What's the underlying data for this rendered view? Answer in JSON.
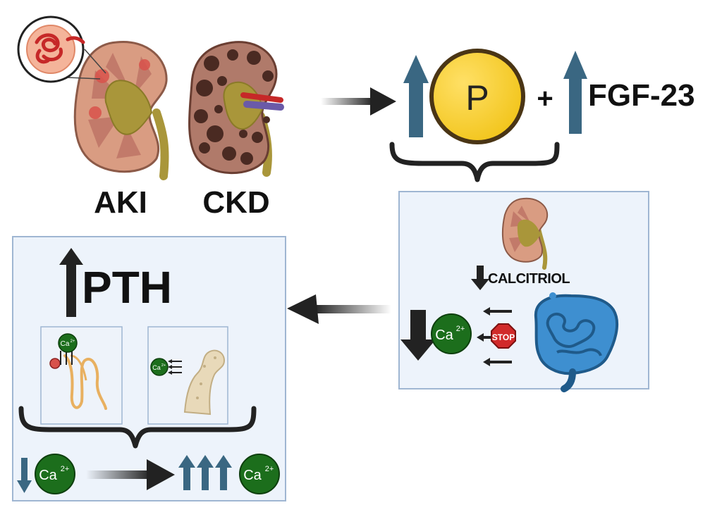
{
  "labels": {
    "aki": "AKI",
    "ckd": "CKD",
    "phosphate": "P",
    "plus": "+",
    "fgf23": "FGF-23",
    "calcitriol": "CALCITRIOL",
    "stop": "STOP",
    "pth": "PTH",
    "ca_base": "Ca",
    "ca_sup": "2+"
  },
  "colors": {
    "up_arrow": "#3a6782",
    "dark_arrow": "#222222",
    "phosphate_fill": "#f7d02c",
    "phosphate_ring": "#4a3515",
    "calcium_fill": "#1c6e1c",
    "panel_fill": "#edf3fb",
    "panel_border": "#9fb6d2",
    "kidney_cortex": "#d99c82",
    "kidney_medulla": "#c27a6a",
    "kidney_pelvis": "#a9963a",
    "cyst": "#4a2a22",
    "intestine": "#3e8fd0",
    "bone": "#e8d9b9",
    "stop_red": "#d12a2a"
  },
  "icons": [
    "glomerulus-icon",
    "kidney-icon",
    "cystic-kidney-icon",
    "intestine-icon",
    "stop-sign-icon",
    "nephron-icon",
    "bone-femur-icon"
  ]
}
